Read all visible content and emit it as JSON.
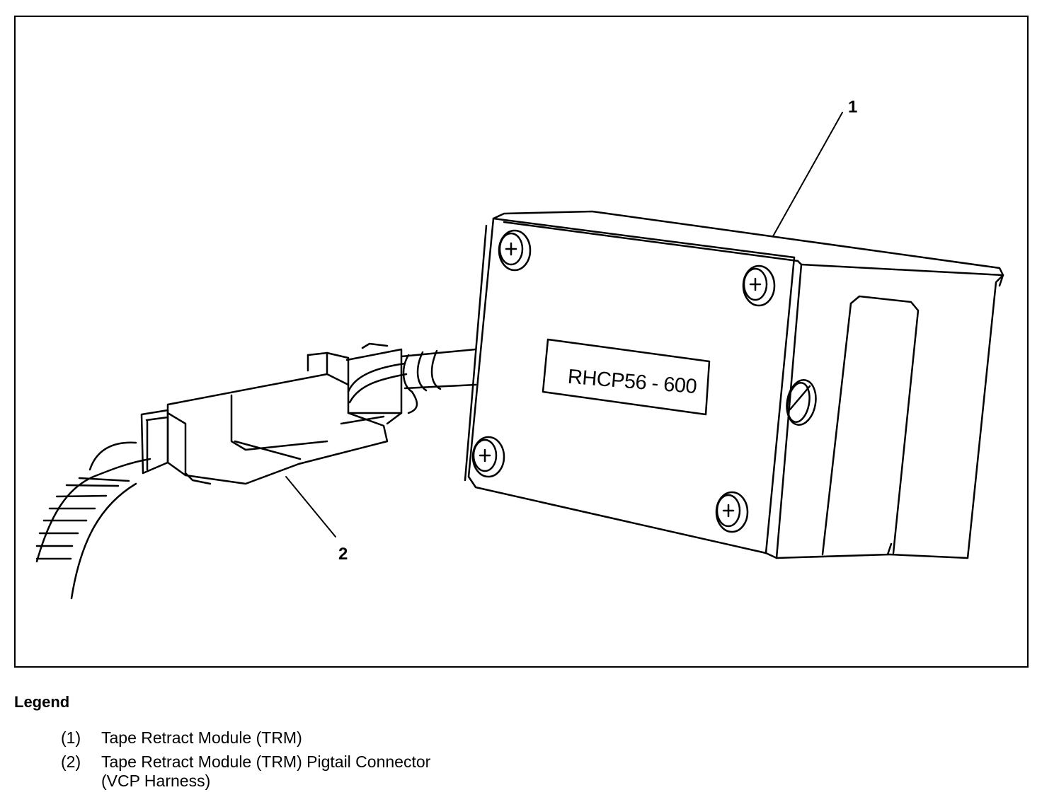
{
  "diagram": {
    "module_label": "RHCP56 - 600",
    "callouts": [
      "1",
      "2"
    ]
  },
  "legend": {
    "title": "Legend",
    "items": [
      {
        "number": "(1)",
        "text": "Tape Retract Module (TRM)"
      },
      {
        "number": "(2)",
        "text": "Tape Retract Module (TRM) Pigtail Connector (VCP Harness)"
      }
    ]
  },
  "colors": {
    "ink": "#000000",
    "paper": "#ffffff"
  }
}
